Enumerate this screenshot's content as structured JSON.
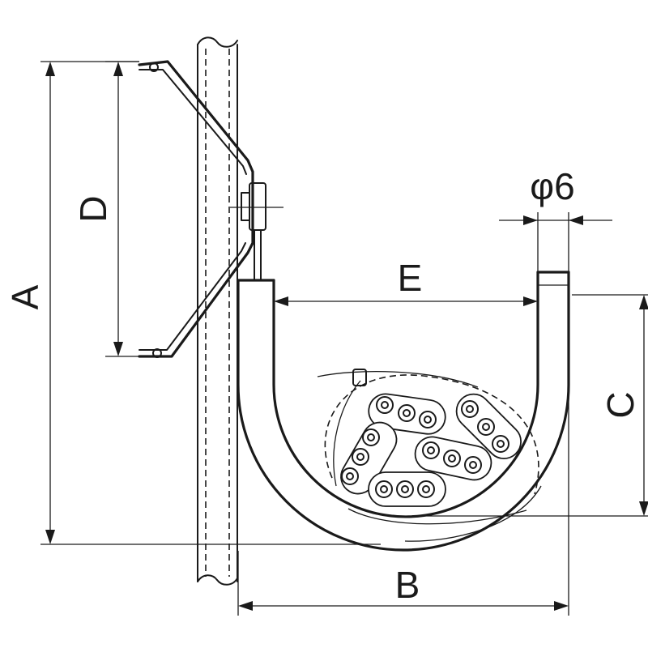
{
  "labels": {
    "A": "A",
    "B": "B",
    "C": "C",
    "D": "D",
    "E": "E",
    "phi6": "φ6"
  }
}
